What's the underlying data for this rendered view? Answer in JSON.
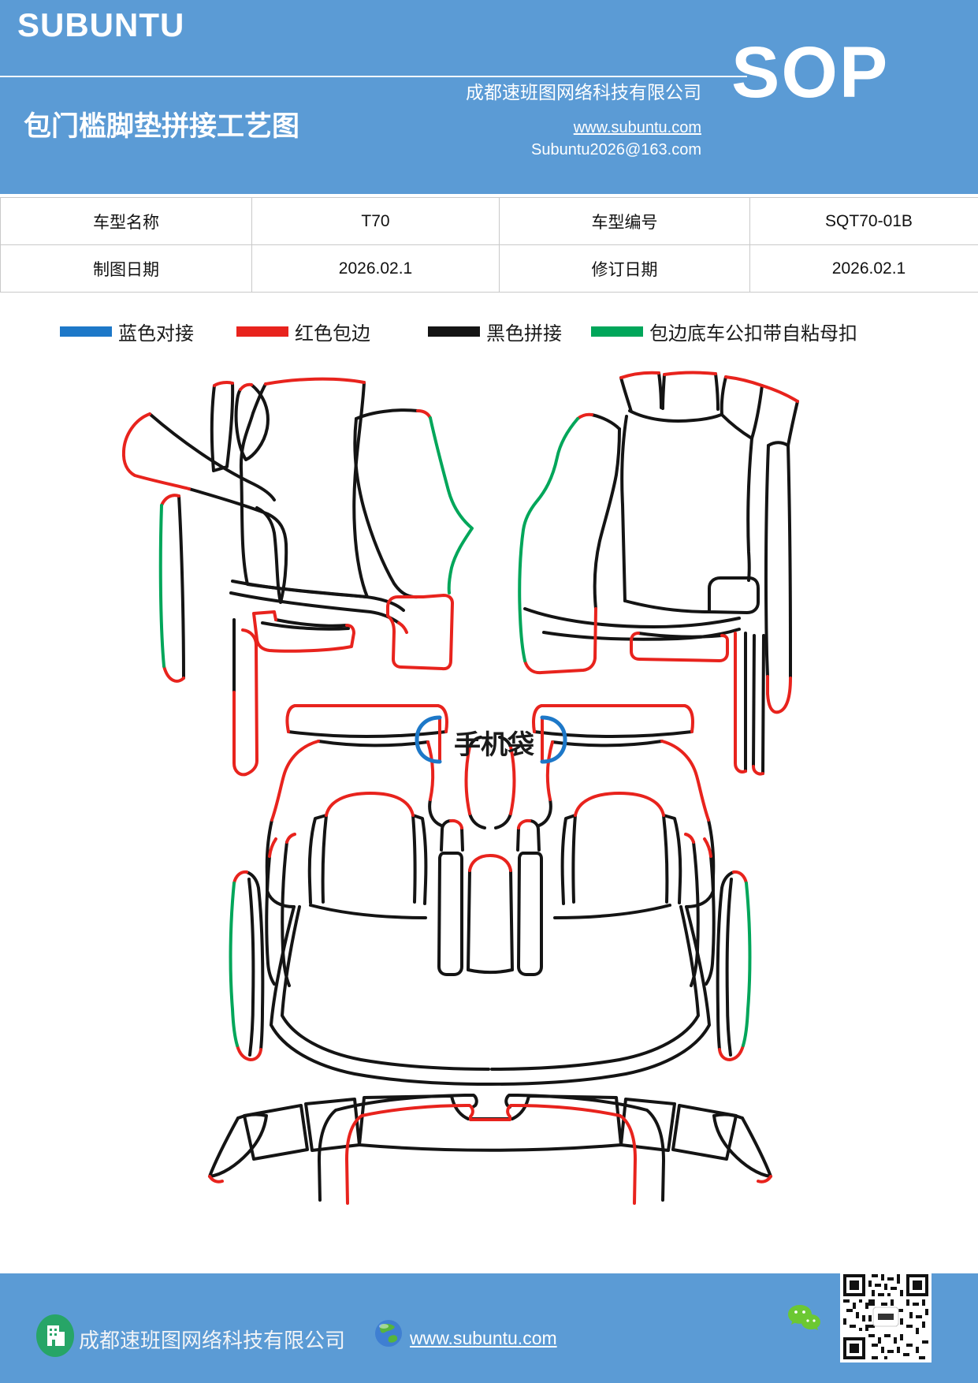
{
  "header": {
    "logo": "SUBUNTU",
    "doc_type": "SOP",
    "title": "包门槛脚垫拼接工艺图",
    "company": "成都速班图网络科技有限公司",
    "website": "www.subuntu.com",
    "email": "Subuntu2026@163.com"
  },
  "info_table": {
    "r0c0": "车型名称",
    "r0c1": "T70",
    "r0c2": "车型编号",
    "r0c3": "SQT70-01B",
    "r1c0": "制图日期",
    "r1c1": "2026.02.1",
    "r1c2": "修订日期",
    "r1c3": "2026.02.1"
  },
  "legend": {
    "items": [
      {
        "label": "蓝色对接",
        "color": "#1d78c8"
      },
      {
        "label": "红色包边",
        "color": "#e8231d"
      },
      {
        "label": "黑色拼接",
        "color": "#141414"
      },
      {
        "label": "包边底车公扣带自粘母扣",
        "color": "#00a65a"
      }
    ]
  },
  "diagram": {
    "phone_pocket_label": "手机袋",
    "line_colors": {
      "blue": "#1d78c8",
      "red": "#e8231d",
      "black": "#141414",
      "green": "#00a65a"
    }
  },
  "footer": {
    "company": "成都速班图网络科技有限公司",
    "website": "www.subuntu.com"
  },
  "colors": {
    "header_bg": "#5b9bd5",
    "footer_bg": "#5b9bd5",
    "page_bg": "#ffffff",
    "table_border": "#c9c9c9",
    "wechat_green": "#6cc832",
    "building_green": "#27a567"
  }
}
